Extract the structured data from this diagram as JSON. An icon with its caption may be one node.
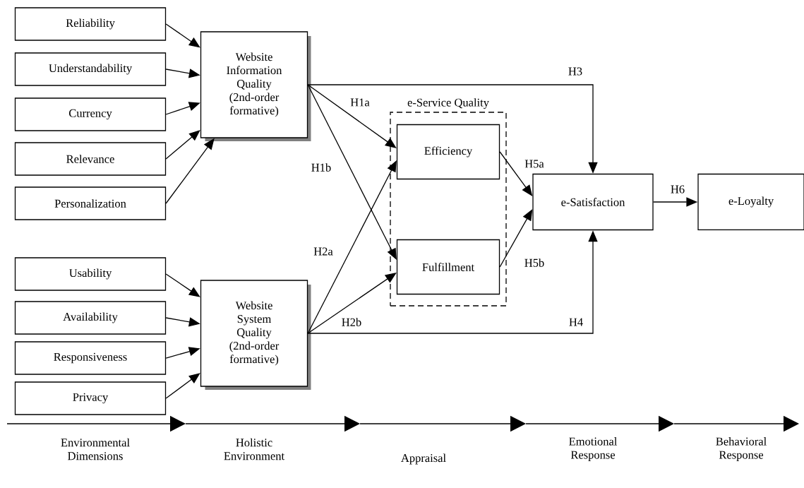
{
  "diagram": {
    "nodes": [
      {
        "text": [
          "Reliability"
        ]
      },
      {
        "text": [
          "Understandability"
        ]
      },
      {
        "text": [
          "Currency"
        ]
      },
      {
        "text": [
          "Relevance"
        ]
      },
      {
        "text": [
          "Personalization"
        ]
      },
      {
        "text": [
          "Website Information Quality (2nd-order formative)"
        ]
      },
      {
        "text": [
          "Usability"
        ]
      },
      {
        "text": [
          "Availability"
        ]
      },
      {
        "text": [
          "Responsiveness"
        ]
      },
      {
        "text": [
          "Privacy"
        ]
      },
      {
        "text": [
          "Website System Quality (2nd-order formative)"
        ]
      },
      {
        "text": [
          "e-Service Quality"
        ]
      },
      {
        "text": [
          "Efficiency"
        ],
        "in": 11
      },
      {
        "text": [
          "Fulfillment"
        ],
        "in": 11
      },
      {
        "text": [
          "e-Satisfaction"
        ]
      },
      {
        "text": [
          "e-Loyalty"
        ]
      }
    ],
    "edges": [
      {
        "from": 0,
        "to": 5,
        "arrow": "to"
      },
      {
        "from": 1,
        "to": 5,
        "arrow": "to"
      },
      {
        "from": 2,
        "to": 5,
        "arrow": "to"
      },
      {
        "from": 3,
        "to": 5,
        "arrow": "to"
      },
      {
        "from": 4,
        "to": 5,
        "arrow": "to"
      },
      {
        "from": 6,
        "to": 10,
        "arrow": "to"
      },
      {
        "from": 7,
        "to": 10,
        "arrow": "to"
      },
      {
        "from": 8,
        "to": 10,
        "arrow": "to"
      },
      {
        "from": 9,
        "to": 10,
        "arrow": "to"
      },
      {
        "from": 5,
        "to": 12,
        "arrow": "to",
        "label": "H1a"
      },
      {
        "from": 5,
        "to": 13,
        "arrow": "to",
        "label": "H1b"
      },
      {
        "from": 10,
        "to": 12,
        "arrow": "to",
        "label": "H2a"
      },
      {
        "from": 10,
        "to": 13,
        "arrow": "to",
        "label": "H2b"
      },
      {
        "from": 5,
        "to": 14,
        "arrow": "to",
        "label": "H3"
      },
      {
        "from": 10,
        "to": 14,
        "arrow": "to",
        "label": "H4"
      },
      {
        "from": 12,
        "to": 14,
        "arrow": "to",
        "label": "H5a"
      },
      {
        "from": 13,
        "to": 14,
        "arrow": "to",
        "label": "H5b"
      },
      {
        "from": 14,
        "to": 15,
        "arrow": "to",
        "label": "H6"
      }
    ],
    "labels": [
      "Environmental Dimensions",
      "Holistic Environment",
      "Appraisal",
      "Emotional Response",
      "Behavioral Response"
    ]
  }
}
